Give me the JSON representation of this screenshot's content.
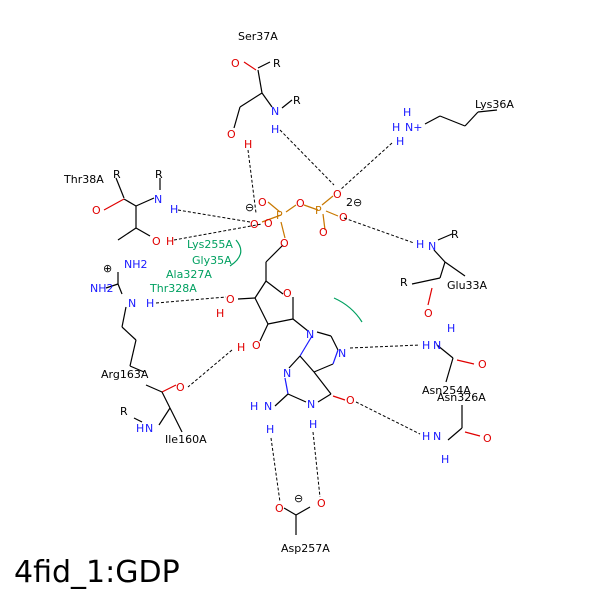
{
  "title": "4fid_1:GDP",
  "residues": {
    "ser37": "Ser37A",
    "lys36": "Lys36A",
    "thr38": "Thr38A",
    "glu33": "Glu33A",
    "arg163": "Arg163A",
    "asn254": "Asn254A",
    "asn326": "Asn326A",
    "ile160": "Ile160A",
    "asp257": "Asp257A"
  },
  "hydrophobic": [
    "Lys255A",
    "Gly35A",
    "Ala327A",
    "Thr328A"
  ],
  "atoms": {
    "R": "R",
    "N": "N",
    "H": "H",
    "O": "O",
    "P": "P",
    "NH2": "NH2",
    "N_plus": "N+",
    "charge_minus": "⊖",
    "charge_plus": "⊕",
    "two_minus": "2⊖"
  },
  "colors": {
    "nitrogen": "#1a1aff",
    "oxygen": "#e00000",
    "phosphorus": "#c87800",
    "hydrophobic": "#00a060",
    "bond": "#000000"
  }
}
